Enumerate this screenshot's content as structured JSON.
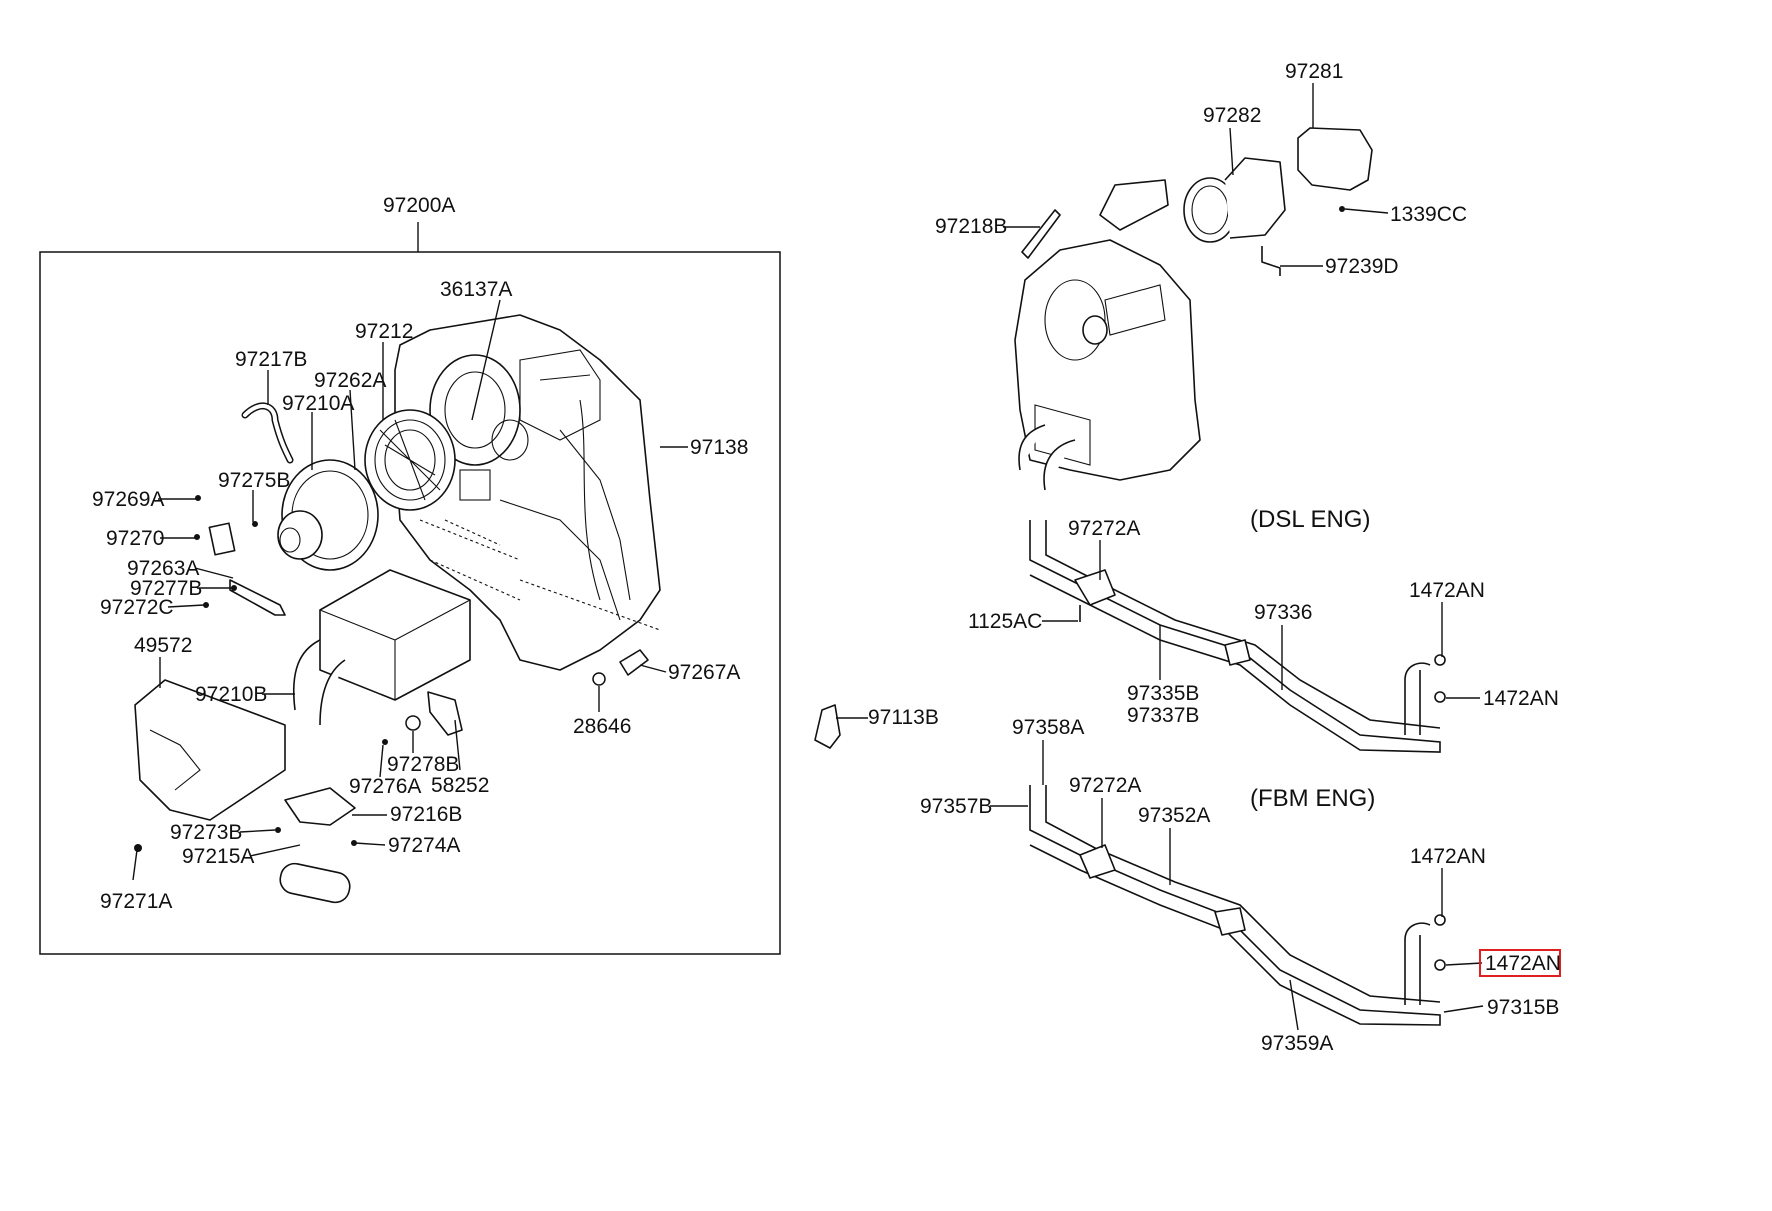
{
  "diagram": {
    "colors": {
      "line": "#111111",
      "highlight": "#e02020",
      "background": "#ffffff"
    },
    "engine_notes": {
      "dsl": "(DSL ENG)",
      "fbm": "(FBM ENG)"
    },
    "labels": {
      "p97200A": "97200A",
      "p36137A": "36137A",
      "p97212": "97212",
      "p97217B": "97217B",
      "p97262A": "97262A",
      "p97210A": "97210A",
      "p97138": "97138",
      "p97269A": "97269A",
      "p97275B": "97275B",
      "p97270": "97270",
      "p97263A": "97263A",
      "p97277B": "97277B",
      "p97272C": "97272C",
      "p49572": "49572",
      "p97210B": "97210B",
      "p97267A": "97267A",
      "p28646": "28646",
      "p97278B": "97278B",
      "p97276A": "97276A",
      "p58252": "58252",
      "p97216B": "97216B",
      "p97273B": "97273B",
      "p97274A": "97274A",
      "p97215A": "97215A",
      "p97271A": "97271A",
      "p97281": "97281",
      "p97282": "97282",
      "p97218B": "97218B",
      "p1339CC": "1339CC",
      "p97239D": "97239D",
      "p97272A_dsl": "97272A",
      "p1125AC": "1125AC",
      "p97336": "97336",
      "p1472AN_dsl_top": "1472AN",
      "p1472AN_dsl_right": "1472AN",
      "p97335B": "97335B",
      "p97337B": "97337B",
      "p97113B": "97113B",
      "p97358A": "97358A",
      "p97357B": "97357B",
      "p97272A_fbm": "97272A",
      "p97352A": "97352A",
      "p1472AN_fbm_top": "1472AN",
      "p1472AN_fbm_selected": "1472AN",
      "p97315B": "97315B",
      "p97359A": "97359A"
    }
  }
}
